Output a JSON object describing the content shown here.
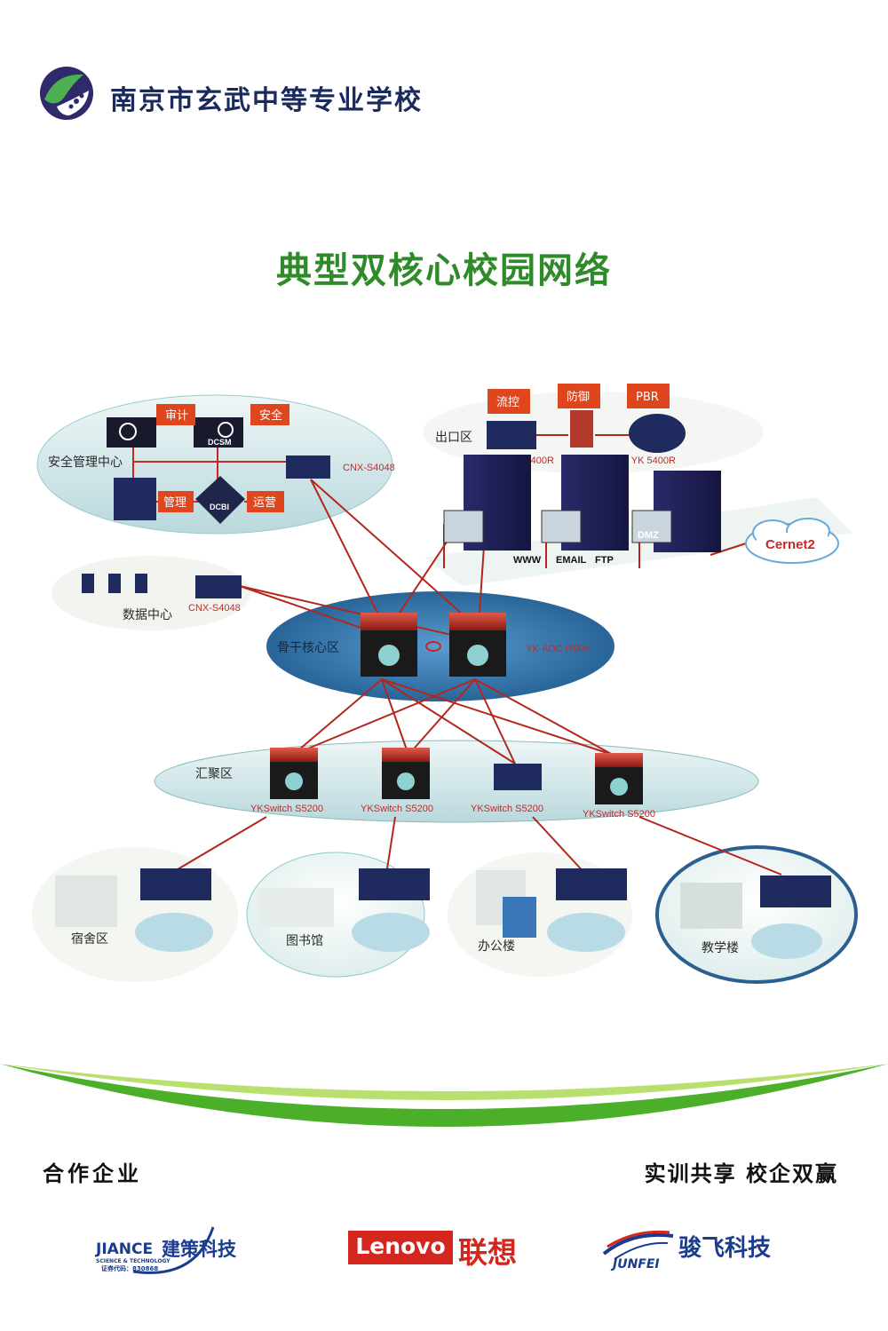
{
  "header": {
    "school_name": "南京市玄武中等专业学校"
  },
  "title": "典型双核心校园网络",
  "diagram": {
    "zones": {
      "security_center": "安全管理中心",
      "exit": "出口区",
      "data_center": "数据中心",
      "core": "骨干核心区",
      "aggregation": "汇聚区",
      "dorm": "宿舍区",
      "library": "图书馆",
      "office": "办公楼",
      "teaching": "教学楼"
    },
    "badges": {
      "audit": "审计",
      "security": "安全",
      "manage": "管理",
      "operate": "运营",
      "flow_control": "流控",
      "firewall": "防御",
      "pbr": "PBR"
    },
    "device_labels": {
      "cnx_security": "CNX-S4048",
      "cnx_datacenter": "CNX-S4048",
      "exit_left": "DC YK 5400R",
      "exit_right": "DC YK 5400R",
      "core": "YK-ADC I7000",
      "agg_1": "YKSwitch S5200",
      "agg_2": "YKSwitch S5200",
      "agg_3": "YKSwitch S5200",
      "agg_4": "YKSwitch S5200",
      "dcsm": "DCSM",
      "dcbi": "DCBI"
    },
    "server_labels": {
      "www": "WWW",
      "email": "EMAIL",
      "ftp": "FTP",
      "dmz": "DMZ"
    },
    "cloud": "Cernet2"
  },
  "footer": {
    "partners_label": "合作企业",
    "slogan": "实训共享  校企双赢",
    "logos": {
      "jiance_brand": "JIANCE",
      "jiance_cn": "建策科技",
      "jiance_sub": "SCIENCE & TECHNOLOGY",
      "jiance_code": "证券代码：830868",
      "lenovo_en": "Lenovo",
      "lenovo_cn": "联想",
      "junfei_en": "JUNFEI",
      "junfei_cn": "骏飞科技"
    }
  },
  "colors": {
    "title_green": "#2f8a2a",
    "link_red": "#b3261e",
    "badge_orange": "#e0461e",
    "zone_fill": "#cfe6ea",
    "core_fill": "#2f6fa3"
  }
}
